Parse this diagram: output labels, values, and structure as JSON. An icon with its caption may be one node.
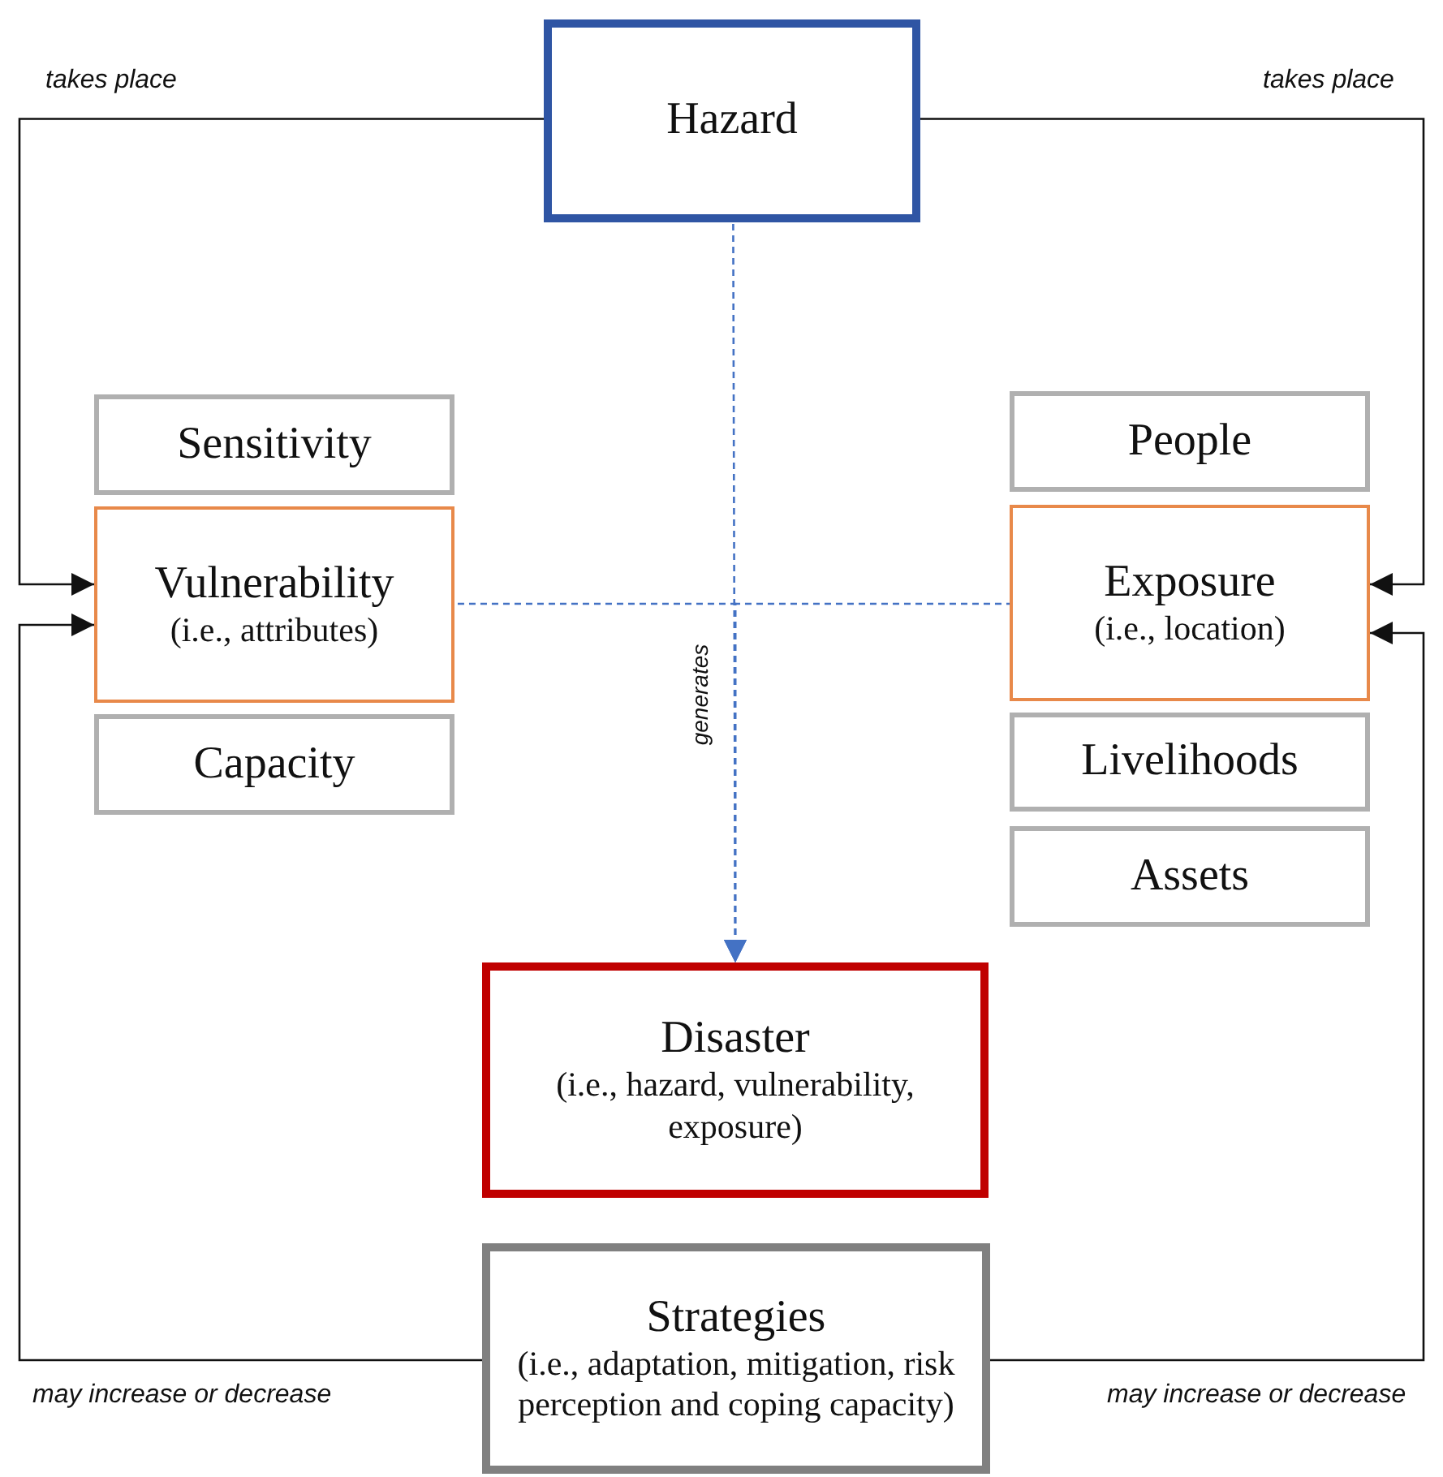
{
  "diagram": {
    "nodes": [
      {
        "text": [
          "Hazard"
        ]
      },
      {
        "text": [
          "Sensitivity"
        ]
      },
      {
        "text": [
          "Vulnerability",
          "(i.e., attributes)"
        ]
      },
      {
        "text": [
          "Capacity"
        ]
      },
      {
        "text": [
          "People"
        ]
      },
      {
        "text": [
          "Exposure",
          "(i.e., location)"
        ]
      },
      {
        "text": [
          "Livelihoods"
        ]
      },
      {
        "text": [
          "Assets"
        ]
      },
      {
        "text": [
          "Disaster",
          "(i.e., hazard, vulnerability, exposure)"
        ]
      },
      {
        "text": [
          "Strategies",
          "(i.e., adaptation, mitigation, risk perception and coping capacity)"
        ]
      }
    ],
    "edges": [
      {
        "from": 0,
        "to": 2,
        "arrow": "to",
        "label": "takes place"
      },
      {
        "from": 0,
        "to": 5,
        "arrow": "to",
        "label": "takes place"
      },
      {
        "from": 0,
        "to": 8,
        "arrow": "to",
        "label": "generates",
        "style": "dashed",
        "color": "#4472c4"
      },
      {
        "from": 2,
        "to": 8,
        "arrow": "to",
        "style": "dashed",
        "color": "#4472c4"
      },
      {
        "from": 5,
        "to": 8,
        "arrow": "to",
        "style": "dashed",
        "color": "#4472c4"
      },
      {
        "from": 9,
        "to": 2,
        "arrow": "to",
        "label": "may increase or decrease"
      },
      {
        "from": 9,
        "to": 5,
        "arrow": "to",
        "label": "may increase or decrease"
      }
    ]
  }
}
